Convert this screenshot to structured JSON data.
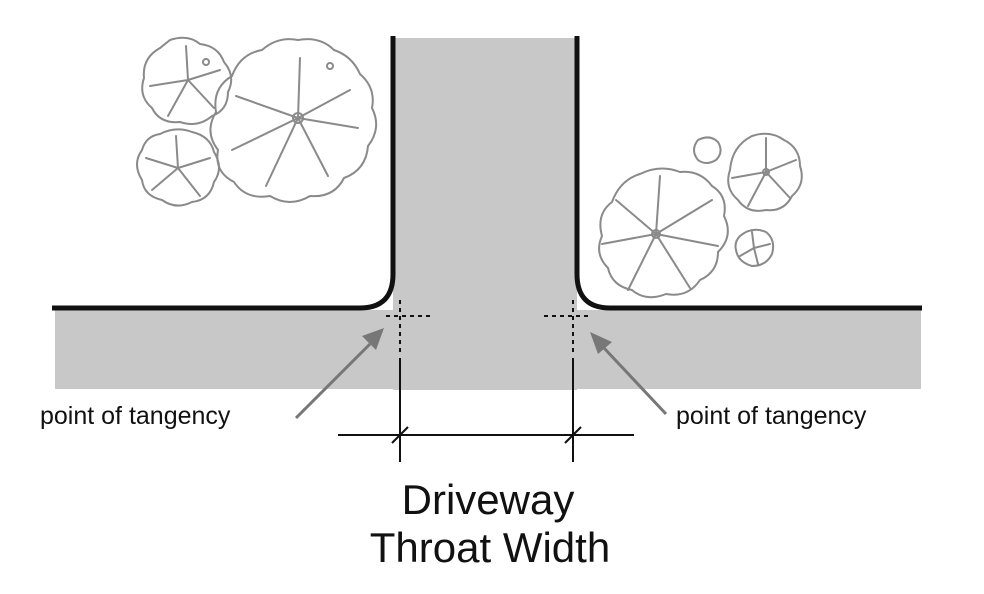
{
  "labels": {
    "left_tangency": "point of tangency",
    "right_tangency": "point of tangency",
    "dimension_line1": "Driveway",
    "dimension_line2": "Throat Width"
  },
  "colors": {
    "pavement": "#c8c8c8",
    "curb": "#111111",
    "tree": "#8a8a8a",
    "arrow": "#777777",
    "dimension": "#111111"
  },
  "icons": {
    "tree_clusters": "tree-sketch-icon",
    "leaders": "leader-arrow-icon"
  }
}
